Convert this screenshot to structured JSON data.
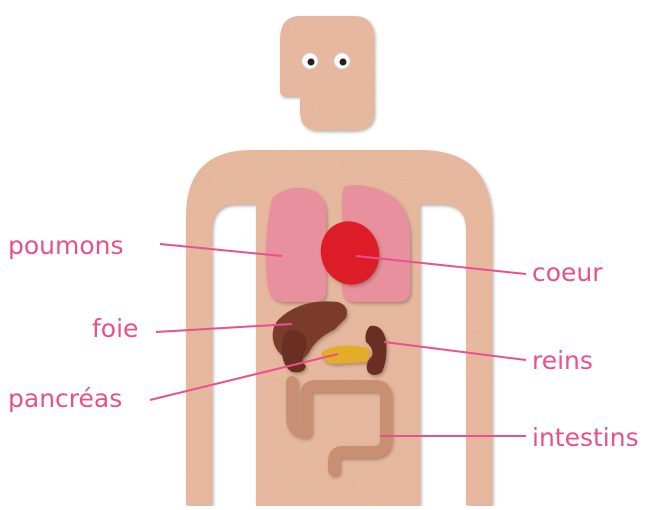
{
  "colors": {
    "label": "#e8508e",
    "skin": "#e9b79b",
    "skin_shadow": "#b98a70",
    "lungs": "#e8909e",
    "heart": "#dc1f26",
    "liver": "#7a3a2c",
    "kidneys": "#6b2e24",
    "pancreas": "#e3ad2a",
    "intestine": "#c98f73"
  },
  "labels": {
    "poumons": "poumons",
    "foie": "foie",
    "pancreas": "pancréas",
    "coeur": "coeur",
    "reins": "reins",
    "intestins": "intestins"
  }
}
